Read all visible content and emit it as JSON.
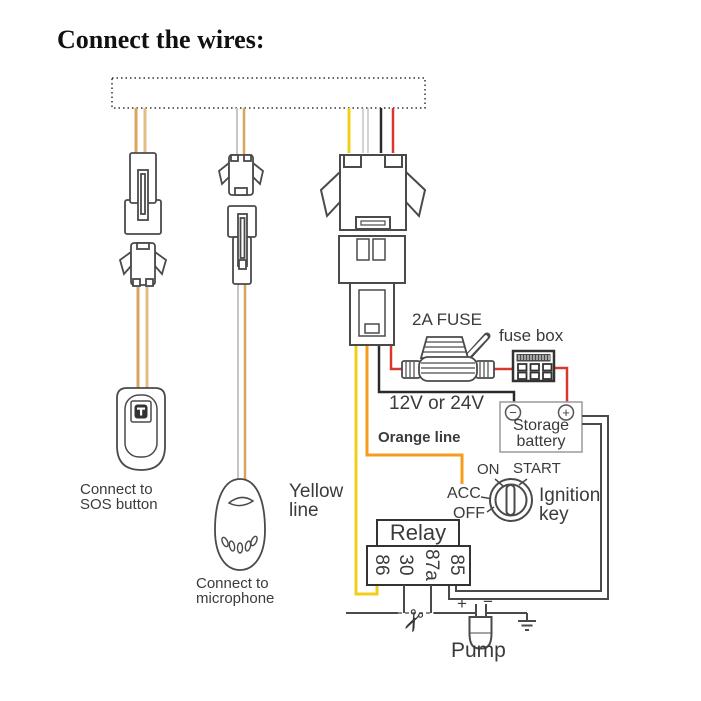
{
  "title": "Connect the wires:",
  "sos": {
    "line1": "Connect to",
    "line2": "SOS button"
  },
  "mic": {
    "line1": "Connect to",
    "line2": "microphone"
  },
  "wire_labels": {
    "yellow1": "Yellow",
    "yellow2": "line",
    "orange": "Orange line"
  },
  "fuse": {
    "label": "2A FUSE",
    "box_label": "fuse box",
    "voltage": "12V or 24V"
  },
  "battery": {
    "line1": "Storage",
    "line2": "battery",
    "minus": "−",
    "plus": "+"
  },
  "ignition": {
    "on": "ON",
    "start": "START",
    "acc": "ACC",
    "off": "OFF",
    "label1": "Ignition",
    "label2": "key"
  },
  "relay": {
    "label": "Relay",
    "pins": [
      "86",
      "30",
      "87a",
      "85"
    ]
  },
  "pump": {
    "label": "Pump",
    "plus": "+",
    "minus": "−"
  },
  "icons": {
    "scissors": "✂"
  },
  "colors": {
    "yellow": "#F0CF1C",
    "orange": "#F59C1E",
    "red": "#D43A2F",
    "black": "#2A2A2A",
    "tan": "#D9A55C",
    "tan_light": "#E4BD85",
    "gray_wire": "#C6C6C6",
    "line_art": "#4A4A4A"
  }
}
